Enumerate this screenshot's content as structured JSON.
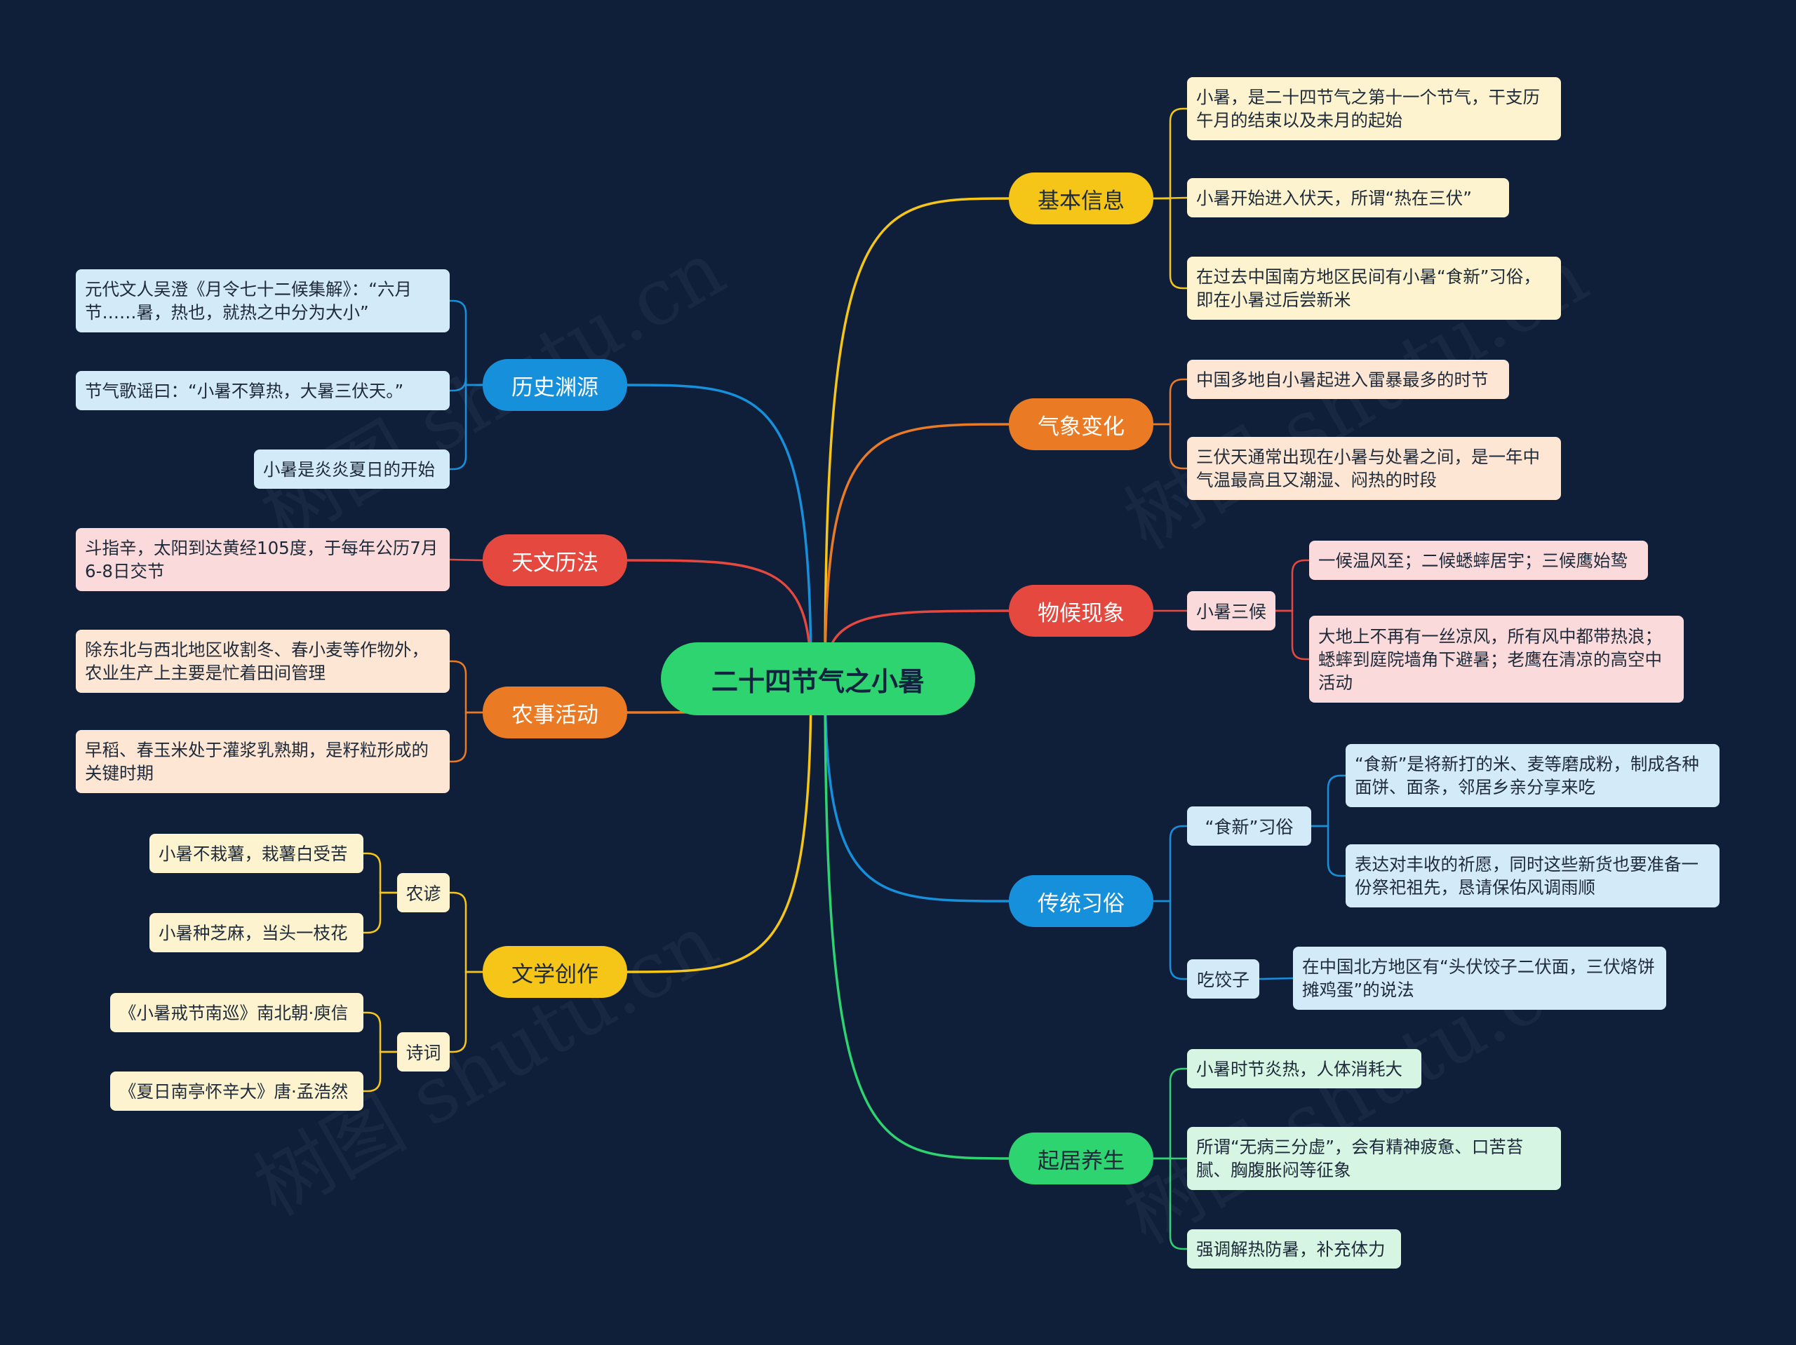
{
  "root": {
    "label": "二十四节气之小暑"
  },
  "colors": {
    "background": "#0f1f3a",
    "yellow": "#f5c518",
    "orange": "#ea7b24",
    "red": "#e5483f",
    "blue": "#1790dc",
    "green": "#2ed46f",
    "root": "#2ed46f"
  },
  "branches": {
    "jiben": {
      "label": "基本信息",
      "items": [
        "小暑，是二十四节气之第十一个节气，干支历午月的结束以及未月的起始",
        "小暑开始进入伏天，所谓“热在三伏”",
        "在过去中国南方地区民间有小暑“食新”习俗，即在小暑过后尝新米"
      ]
    },
    "qixiang": {
      "label": "气象变化",
      "items": [
        "中国多地自小暑起进入雷暴最多的时节",
        "三伏天通常出现在小暑与处暑之间，是一年中气温最高且又潮湿、闷热的时段"
      ]
    },
    "wuhou": {
      "label": "物候现象",
      "sub": "小暑三候",
      "items": [
        "一候温风至；二候蟋蟀居宇；三候鹰始鸷",
        "大地上不再有一丝凉风，所有风中都带热浪；蟋蟀到庭院墙角下避暑；老鹰在清凉的高空中活动"
      ]
    },
    "chuantong": {
      "label": "传统习俗",
      "subs": [
        {
          "label": "“食新”习俗",
          "items": [
            "“食新”是将新打的米、麦等磨成粉，制成各种面饼、面条，邻居乡亲分享来吃",
            "表达对丰收的祈愿，同时这些新货也要准备一份祭祀祖先，恳请保佑风调雨顺"
          ]
        },
        {
          "label": "吃饺子",
          "items": [
            "在中国北方地区有“头伏饺子二伏面，三伏烙饼摊鸡蛋”的说法"
          ]
        }
      ]
    },
    "qiju": {
      "label": "起居养生",
      "items": [
        "小暑时节炎热，人体消耗大",
        "所谓“无病三分虚”，会有精神疲惫、口苦苔腻、胸腹胀闷等征象",
        "强调解热防暑，补充体力"
      ]
    },
    "lishi": {
      "label": "历史渊源",
      "items": [
        "元代文人吴澄《月令七十二候集解》：“六月节……暑，热也，就热之中分为大小”",
        "节气歌谣曰：“小暑不算热，大暑三伏天。”",
        "小暑是炎炎夏日的开始"
      ]
    },
    "tianwen": {
      "label": "天文历法",
      "items": [
        "斗指辛，太阳到达黄经105度，于每年公历7月6-8日交节"
      ]
    },
    "nongshi": {
      "label": "农事活动",
      "items": [
        "除东北与西北地区收割冬、春小麦等作物外，农业生产上主要是忙着田间管理",
        "早稻、春玉米处于灌浆乳熟期，是籽粒形成的关键时期"
      ]
    },
    "wenxue": {
      "label": "文学创作",
      "subs": [
        {
          "label": "农谚",
          "items": [
            "小暑不栽薯，栽薯白受苦",
            "小暑种芝麻，当头一枝花"
          ]
        },
        {
          "label": "诗词",
          "items": [
            "《小暑戒节南巡》南北朝·庾信",
            "《夏日南亭怀辛大》唐·孟浩然"
          ]
        }
      ]
    }
  },
  "watermark": "树图 shutu.cn"
}
